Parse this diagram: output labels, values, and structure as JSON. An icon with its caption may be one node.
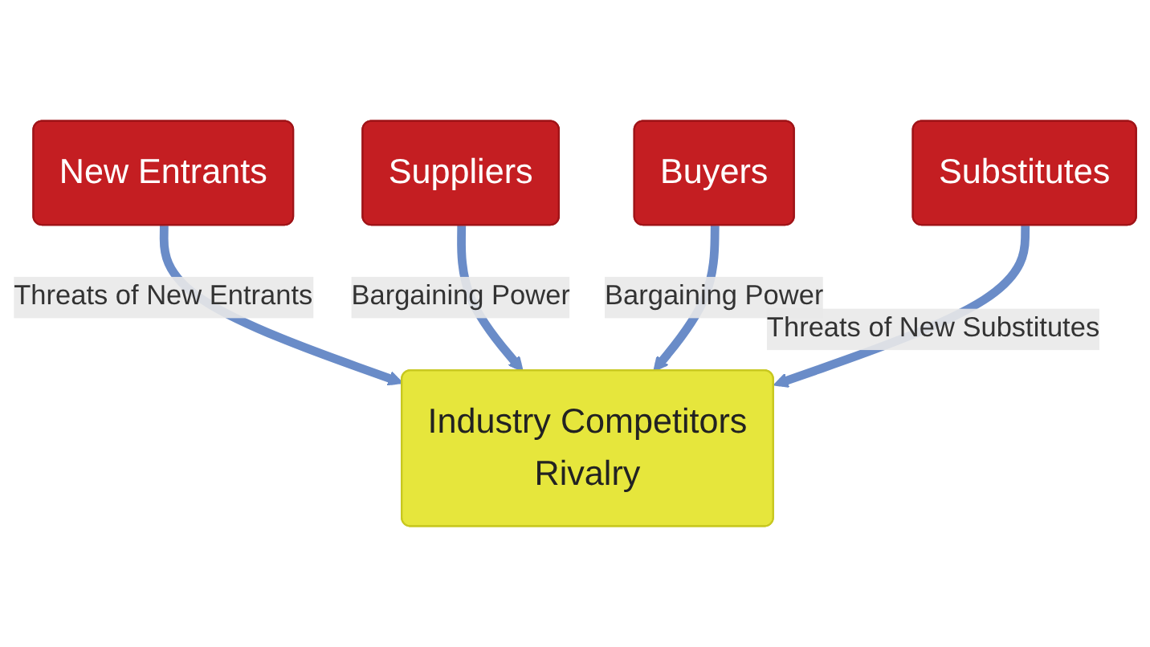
{
  "diagram": {
    "nodes": [
      {
        "text": [
          "New Entrants"
        ]
      },
      {
        "text": [
          "Suppliers"
        ]
      },
      {
        "text": [
          "Industry Competitors",
          "Rivalry"
        ]
      },
      {
        "text": [
          "Buyers"
        ]
      },
      {
        "text": [
          "Substitutes"
        ]
      }
    ],
    "edges": [
      {
        "from": 0,
        "to": 2,
        "arrow": "to",
        "label": "Threats of New Entrants"
      },
      {
        "from": 1,
        "to": 2,
        "arrow": "to",
        "label": "Bargaining Power"
      },
      {
        "from": 3,
        "to": 2,
        "arrow": "to",
        "label": "Bargaining Power"
      },
      {
        "from": 4,
        "to": 2,
        "arrow": "to",
        "label": "Threats of New Substitutes"
      }
    ]
  }
}
